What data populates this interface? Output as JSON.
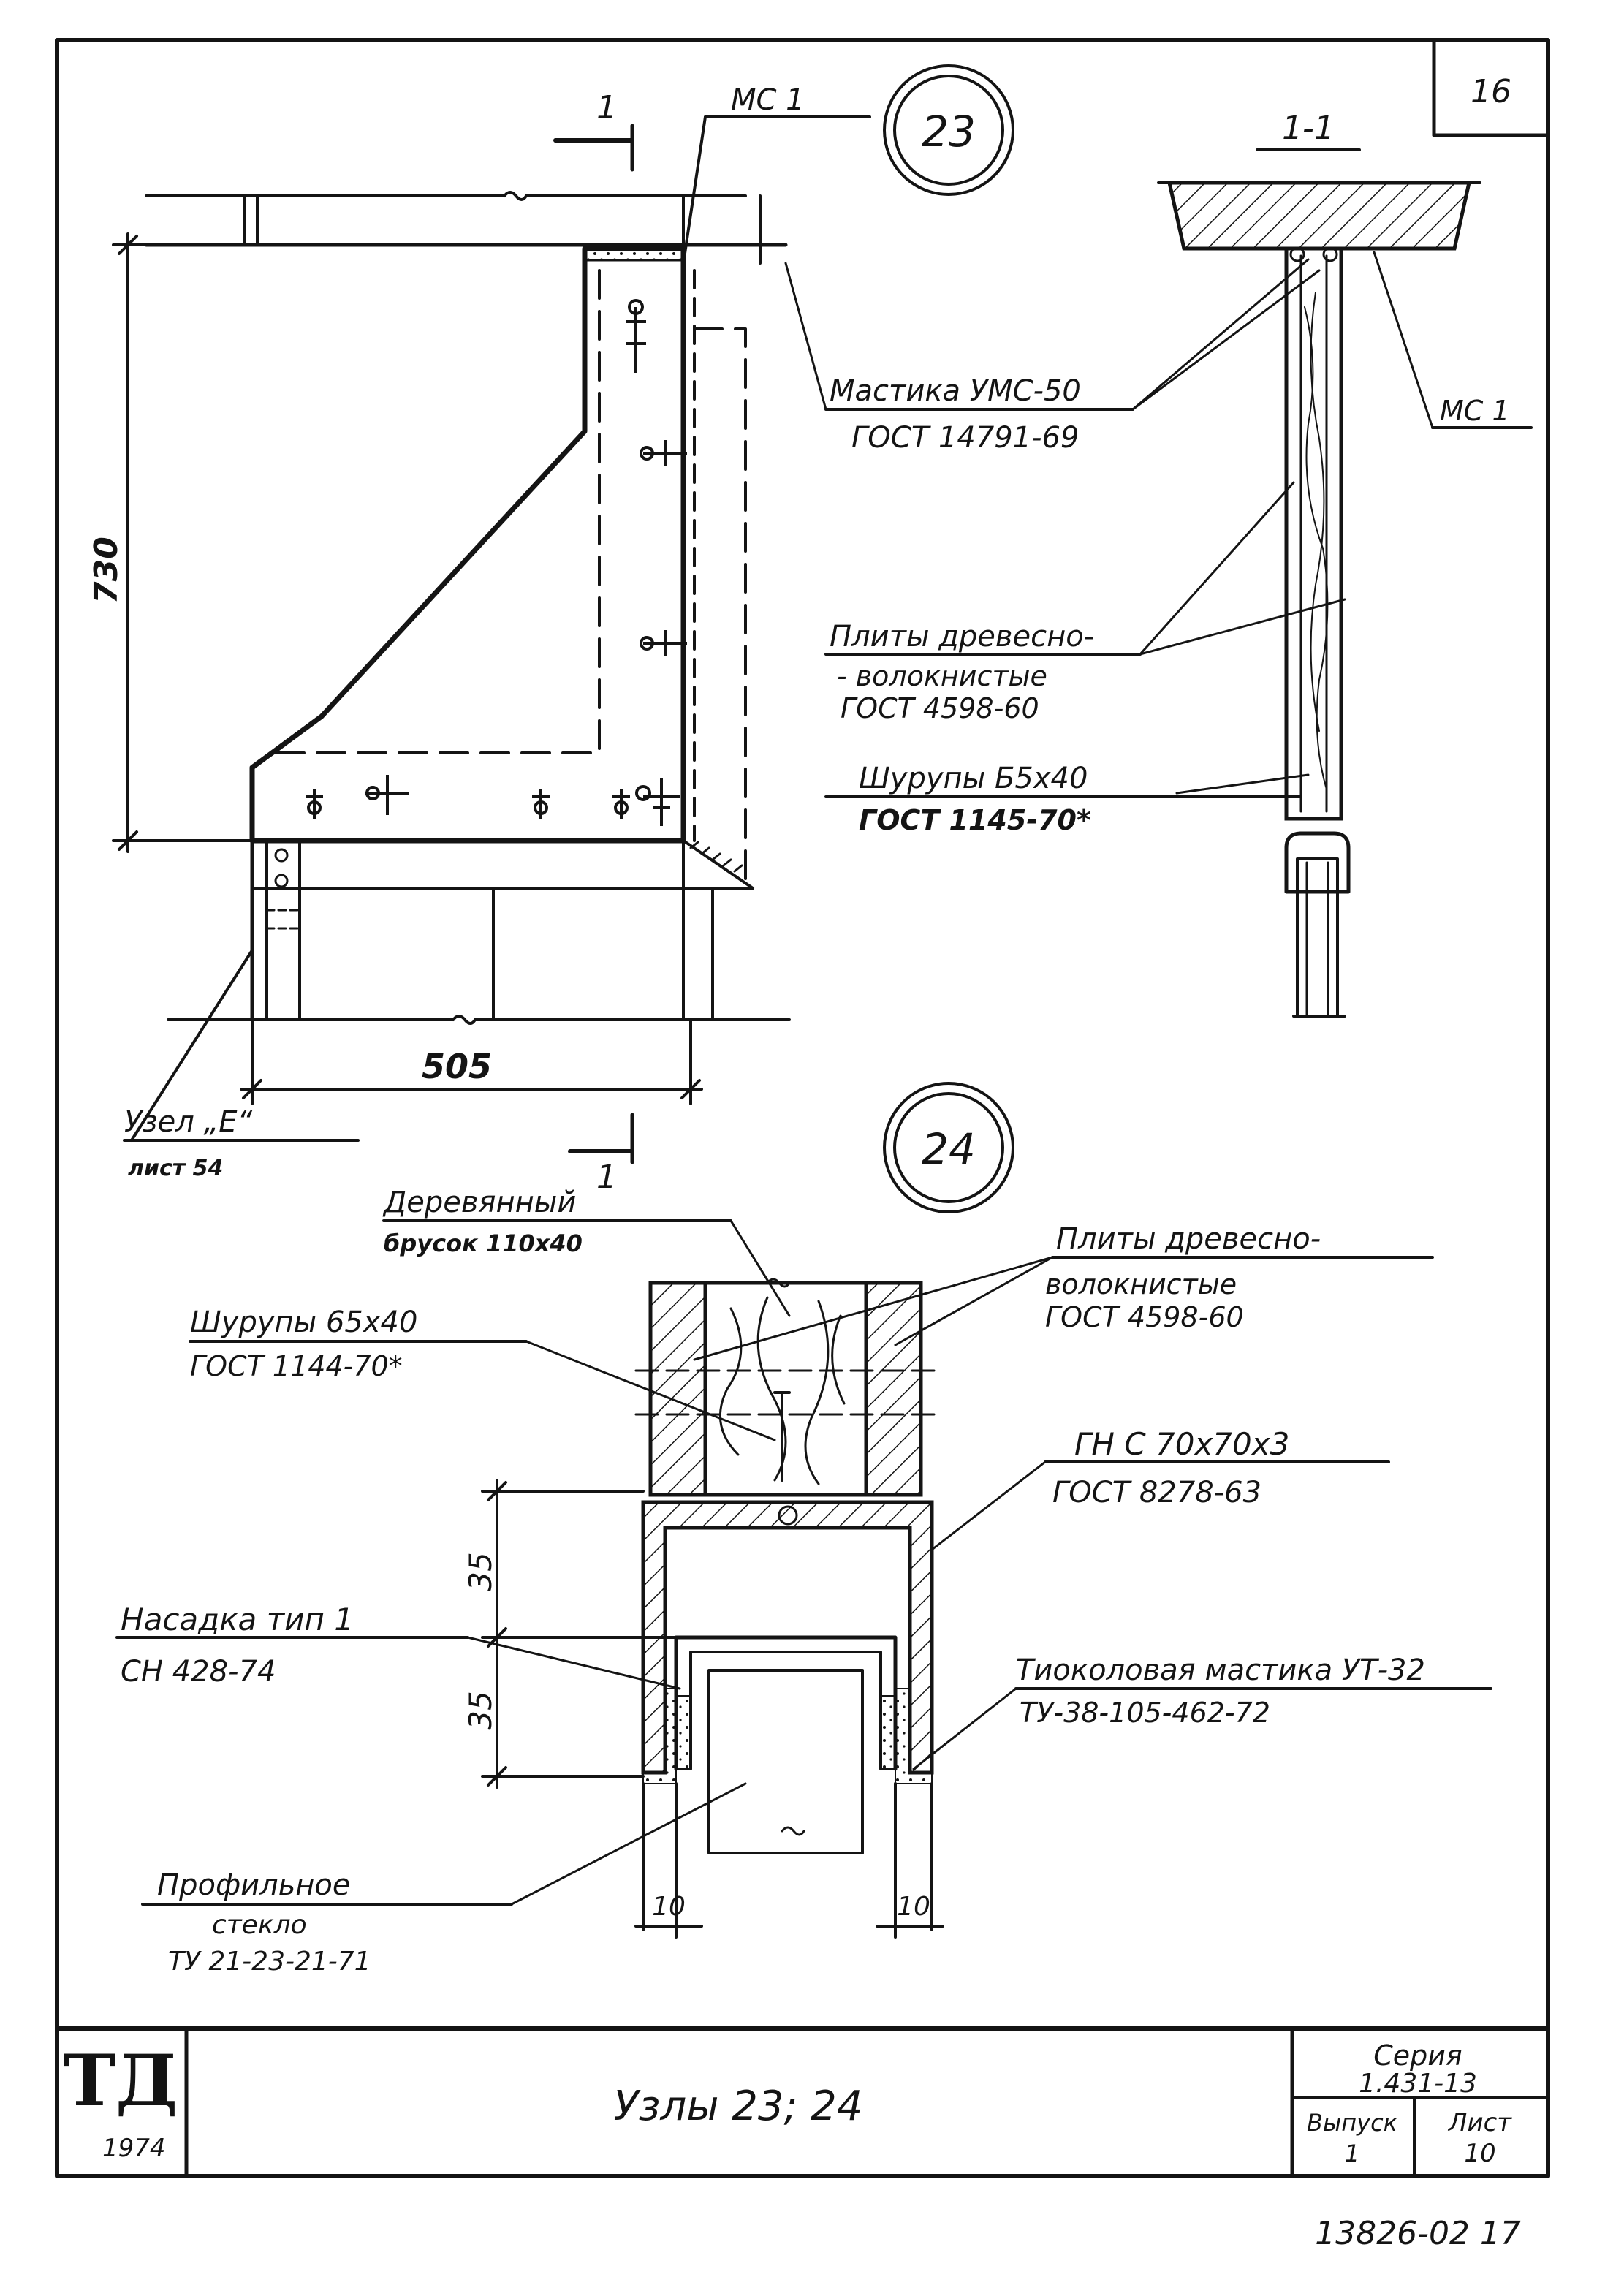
{
  "sheet": {
    "number": "16",
    "stamp": "13826-02 17"
  },
  "node23": {
    "circle_label": "23",
    "section_mark": "1",
    "mc_label": "МС 1",
    "dim_height": "730",
    "dim_width": "505",
    "uzel_ref": {
      "line1": "Узел „Е“",
      "line2": "лист 54"
    },
    "section_1_1": "1-1",
    "mc1_right": "МС 1",
    "mastic": {
      "line1": "Мастика УМС-50",
      "line2": "ГОСТ 14791-69"
    },
    "plates": {
      "line1": "Плиты древесно-",
      "line2": "- волокнистые",
      "line3": "ГОСТ 4598-60"
    },
    "screws": {
      "line1": "Шурупы Б5х40",
      "line2": "ГОСТ 1145-70*"
    }
  },
  "node24": {
    "circle_label": "24",
    "section_mark": "1",
    "wood_bar": {
      "line1": "Деревянный",
      "line2": "брусок 110х40"
    },
    "plates": {
      "line1": "Плиты древесно-",
      "line2": "волокнистые",
      "line3": "ГОСТ 4598-60"
    },
    "screws": {
      "line1": "Шурупы 65х40",
      "line2": "ГОСТ 1144-70*"
    },
    "profile_gnc": {
      "line1": "ГН С 70х70х3",
      "line2": "ГОСТ 8278-63"
    },
    "nozzle": {
      "line1": "Насадка тип 1",
      "line2": "СН 428-74"
    },
    "thiokol": {
      "line1": "Тиоколовая мастика УТ-32",
      "line2": "ТУ-38-105-462-72"
    },
    "glass": {
      "line1": "Профильное",
      "line2": "стекло",
      "line3": "ТУ 21-23-21-71"
    },
    "dim_35_top": "35",
    "dim_35_bottom": "35",
    "dim_10_left": "10",
    "dim_10_right": "10"
  },
  "title_block": {
    "logo": "ТД",
    "year": "1974",
    "title": "Узлы 23; 24",
    "series_label": "Серия",
    "series_value": "1.431-13",
    "issue_label": "Выпуск",
    "issue_value": "1",
    "sheet_label": "Лист",
    "sheet_value": "10"
  }
}
